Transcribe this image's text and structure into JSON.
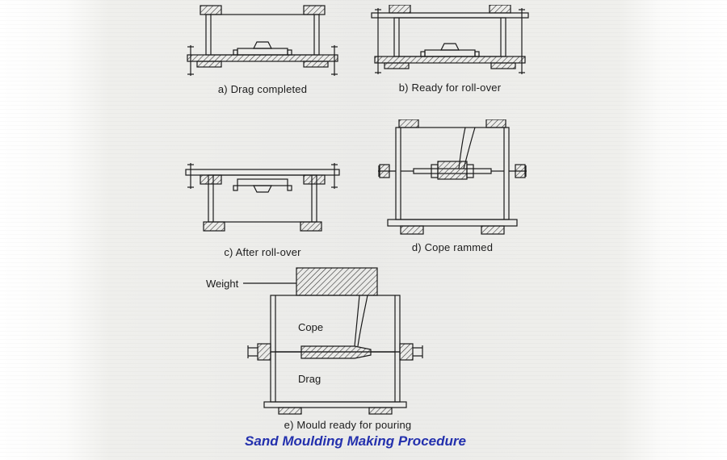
{
  "page": {
    "title": "Sand Moulding Making Procedure"
  },
  "figures": [
    {
      "id": "a",
      "caption": "a) Drag completed"
    },
    {
      "id": "b",
      "caption": "b) Ready for roll-over"
    },
    {
      "id": "c",
      "caption": "c) After roll-over"
    },
    {
      "id": "d",
      "caption": "d) Cope rammed"
    },
    {
      "id": "e",
      "caption": "e) Mould ready for pouring",
      "labels": {
        "weight": "Weight",
        "cope": "Cope",
        "drag": "Drag"
      }
    }
  ],
  "colors": {
    "line": "#1a1a1a",
    "hatch": "#333333",
    "title_text": "#2431ae",
    "paper": "#ebebe9"
  }
}
